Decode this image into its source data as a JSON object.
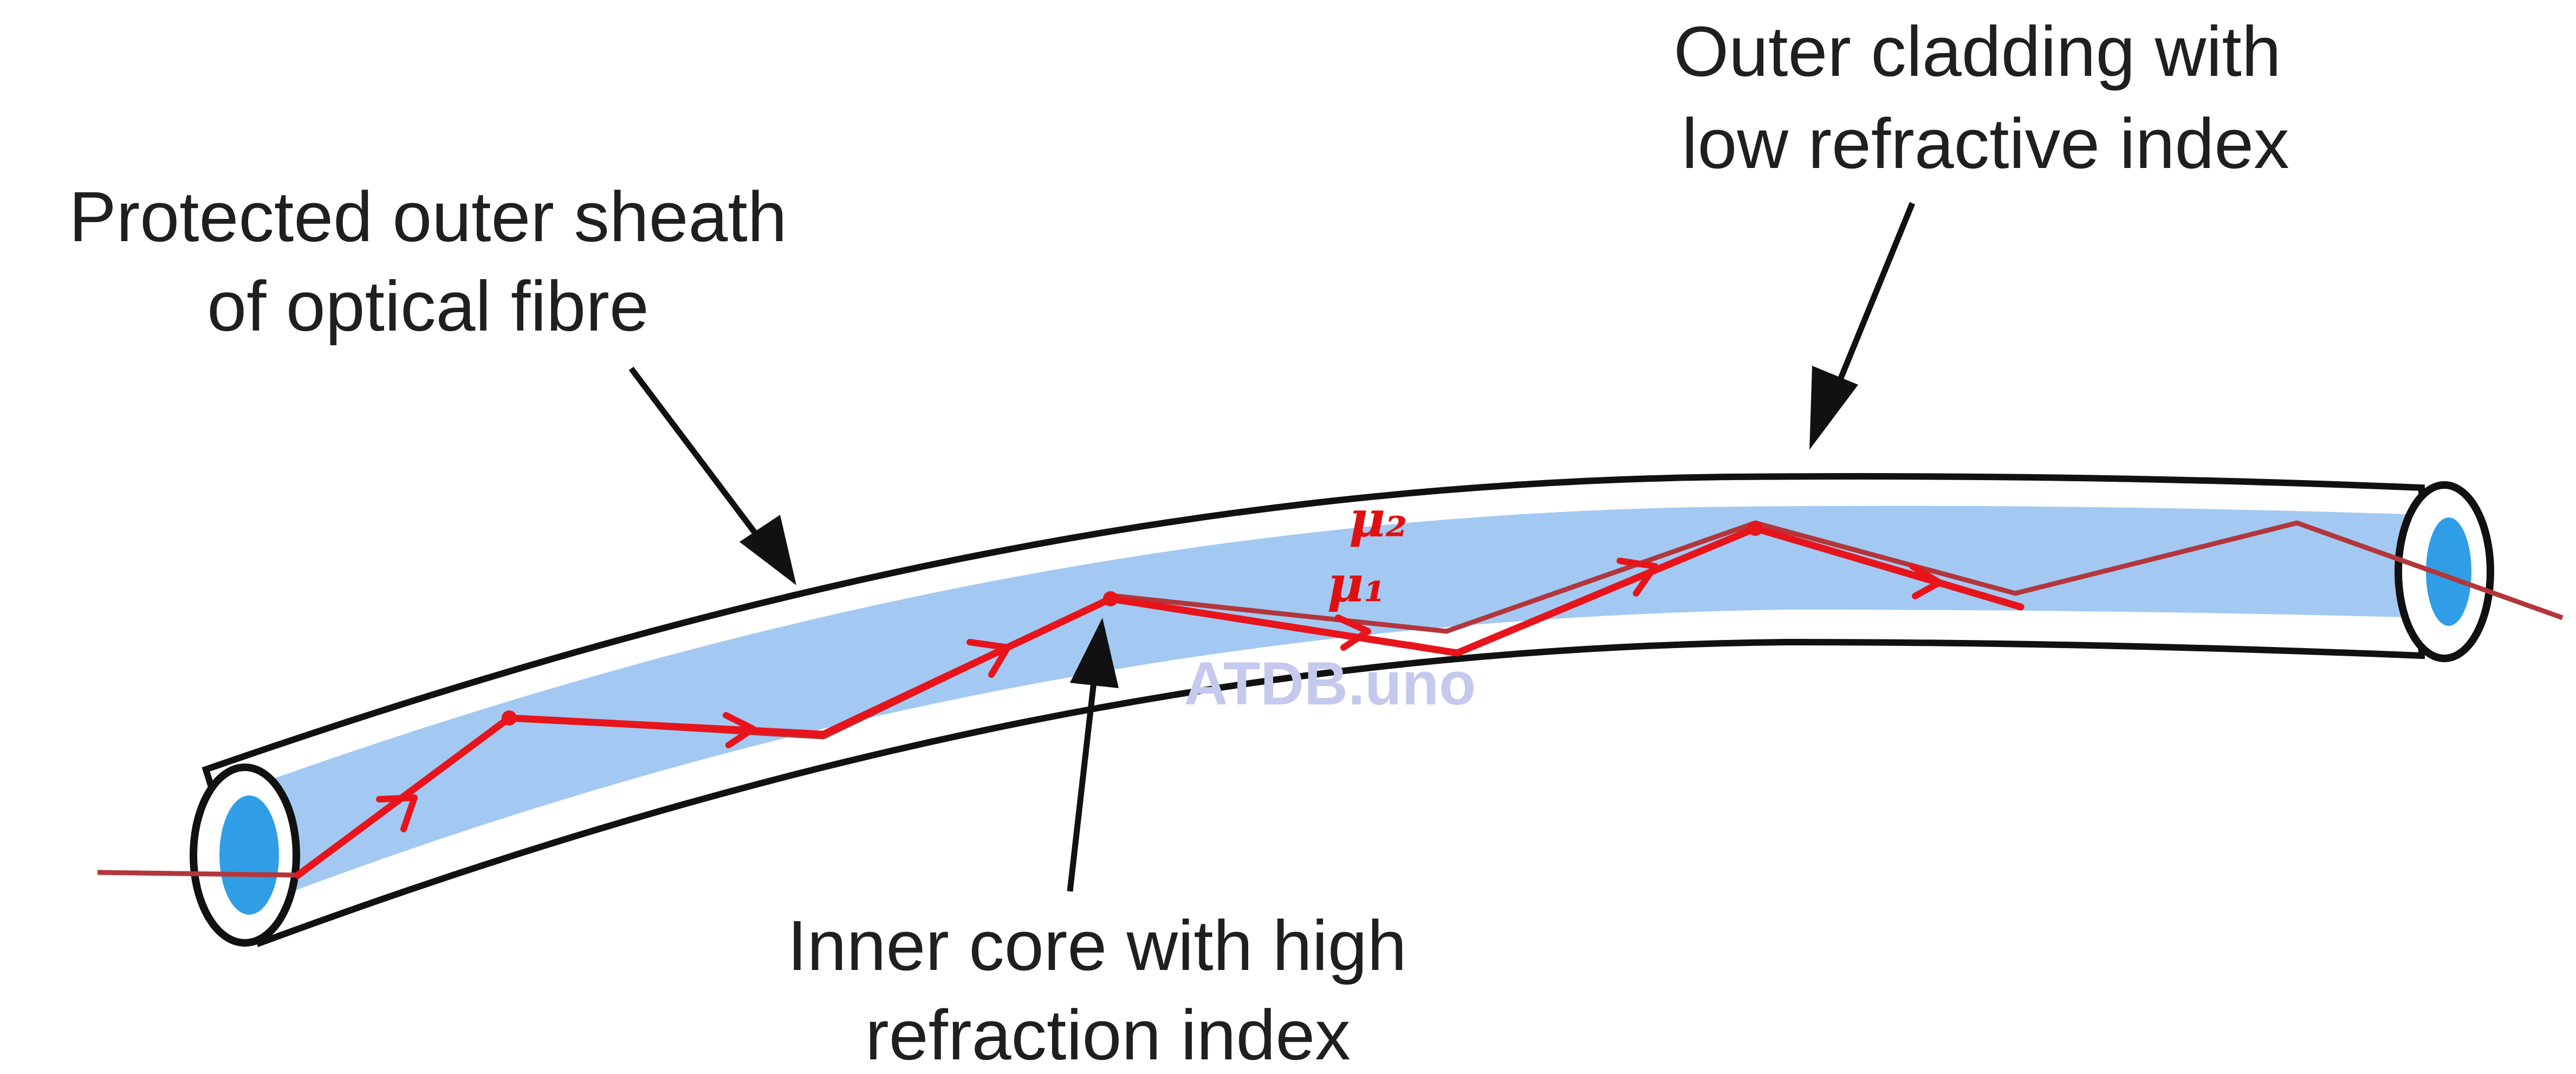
{
  "labels": {
    "sheath_line1": "Protected outer sheath",
    "sheath_line2": "of optical fibre",
    "cladding_line1": "Outer cladding with",
    "cladding_line2": "low refractive index",
    "core_line1": "Inner core with high",
    "core_line2": "refraction index"
  },
  "annotations": {
    "mu2": "μ₂",
    "mu1": "μ₁"
  },
  "watermark": "ATDB.uno",
  "colors": {
    "core": "#a3c9f2",
    "core_end": "#2f9ee6",
    "ray": "#e8141b",
    "outline": "#111111",
    "text": "#1f1f1f"
  }
}
